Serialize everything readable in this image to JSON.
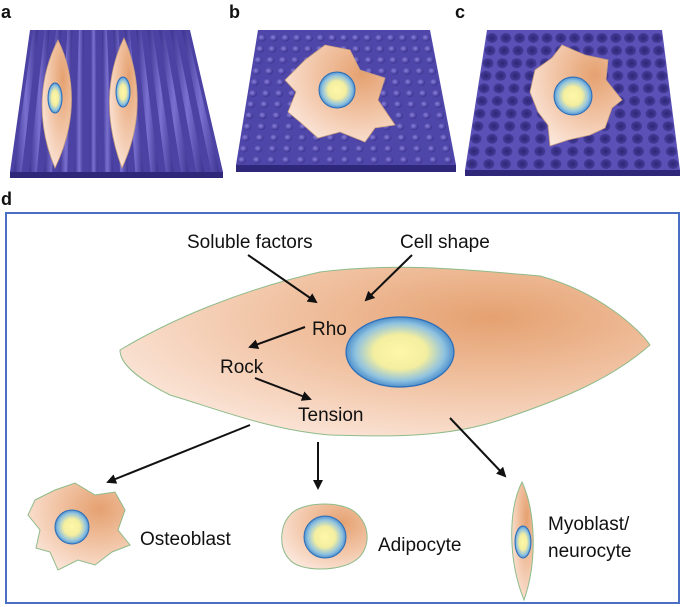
{
  "panels": {
    "a": "a",
    "b": "b",
    "c": "c",
    "d": "d"
  },
  "labels": {
    "soluble_factors": "Soluble factors",
    "cell_shape": "Cell shape",
    "rho": "Rho",
    "rock": "Rock",
    "tension": "Tension",
    "osteoblast": "Osteoblast",
    "adipocyte": "Adipocyte",
    "myoblast_line1": "Myoblast/",
    "myoblast_line2": "neurocyte"
  },
  "colors": {
    "substrate": "#5b4fb0",
    "substrate_dark": "#3f3690",
    "cell_light": "#f8dfd0",
    "cell_dark": "#e7a272",
    "nucleus_center": "#fff6a0",
    "nucleus_edge": "#2e7fc8",
    "frame": "#4a6ec2"
  }
}
